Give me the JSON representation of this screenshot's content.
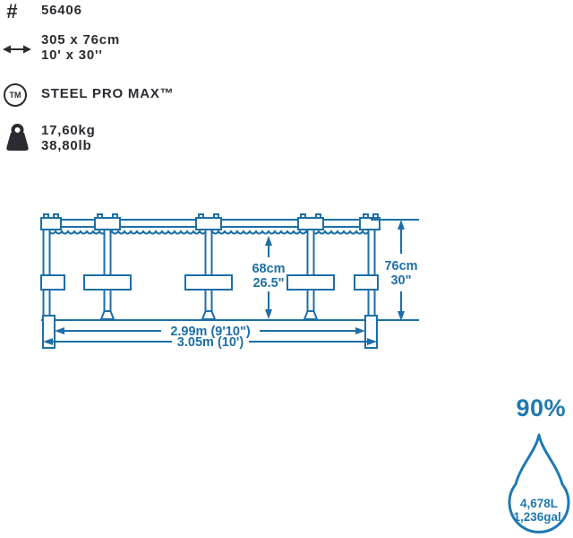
{
  "specs": {
    "item": {
      "icon": "hash-icon",
      "glyph": "#",
      "value": "56406"
    },
    "size": {
      "icon": "double-arrow-icon",
      "metric": "305 x 76cm",
      "imperial": "10' x 30''"
    },
    "brand": {
      "icon": "tm-circle-icon",
      "tm": "TM",
      "name": "STEEL PRO MAX™"
    },
    "weight": {
      "icon": "weight-icon",
      "metric": "17,60kg",
      "imperial": "38,80lb"
    }
  },
  "diagram": {
    "water_height_metric": "68cm",
    "water_height_imperial": "26.5\"",
    "frame_height_metric": "76cm",
    "frame_height_imperial": "30\"",
    "inner_width": "2.99m (9'10\")",
    "outer_width": "3.05m (10')"
  },
  "capacity": {
    "icon": "water-drop-icon",
    "fill_percent": "90%",
    "liters": "4,678L",
    "gallons": "1,236gal."
  },
  "colors": {
    "ink": "#2b2b31",
    "diagram_blue": "#1d6fa5",
    "accent_blue": "#1e79b2"
  }
}
